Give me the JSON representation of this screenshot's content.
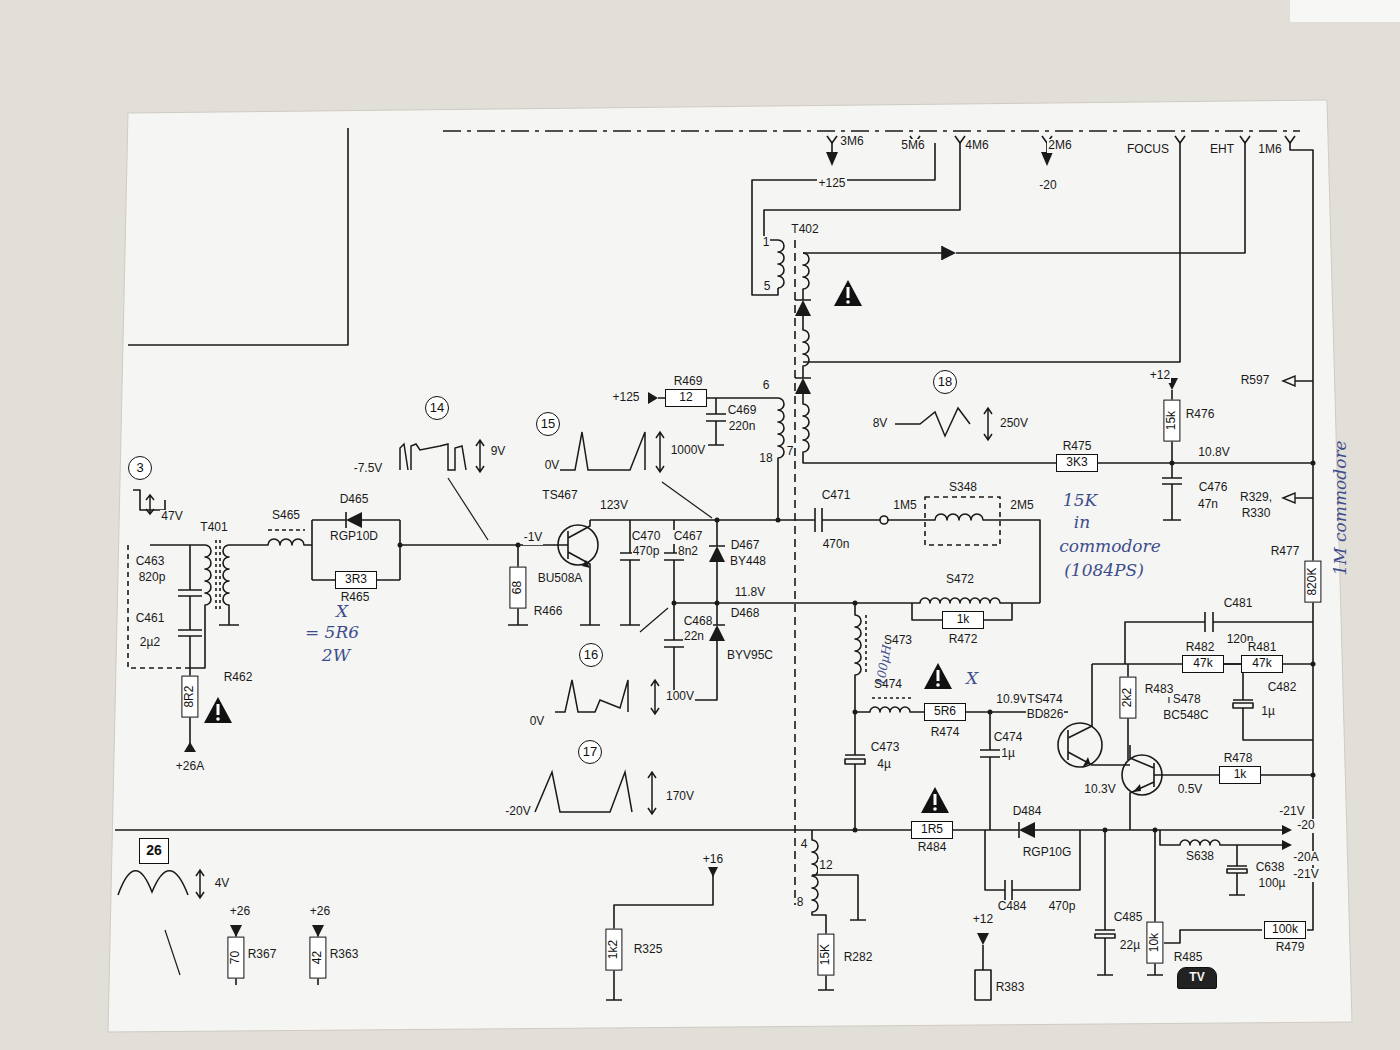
{
  "diagram": {
    "nodes": [
      {
        "text": [
          "3"
        ]
      },
      {
        "text": [
          "8R2"
        ]
      },
      {
        "text": [
          "3R3"
        ]
      },
      {
        "text": [
          "14"
        ]
      },
      {
        "text": [
          "15"
        ]
      },
      {
        "text": [
          "12"
        ]
      },
      {
        "text": [
          "68"
        ]
      },
      {
        "text": [
          "16"
        ]
      },
      {
        "text": [
          "17"
        ]
      },
      {
        "text": [
          "18"
        ]
      },
      {
        "text": [
          "15k"
        ]
      },
      {
        "text": [
          "3K3"
        ]
      },
      {
        "text": [
          "820K"
        ]
      },
      {
        "text": [
          "1k"
        ]
      },
      {
        "text": [
          "5R6"
        ]
      },
      {
        "text": [
          "2k2"
        ]
      },
      {
        "text": [
          "47k"
        ]
      },
      {
        "text": [
          "47k"
        ]
      },
      {
        "text": [
          "1k"
        ]
      },
      {
        "text": [
          "26"
        ]
      },
      {
        "text": [
          "70"
        ]
      },
      {
        "text": [
          "42"
        ]
      },
      {
        "text": [
          "1k2"
        ]
      },
      {
        "text": [
          "15K"
        ]
      },
      {
        "text": [
          "1R5"
        ]
      },
      {
        "text": [
          "10k"
        ]
      },
      {
        "text": [
          "100k"
        ]
      },
      {
        "text": [
          "TV"
        ]
      }
    ],
    "edges": [
      {
        "from": 16,
        "to": 17,
        "arrow": "none"
      }
    ],
    "labels": [
      "3M6",
      "+125",
      "5M6",
      "4M6",
      "2M6",
      "-20",
      "FOCUS",
      "EHT",
      "1M6",
      "T402",
      "1",
      "5",
      "6",
      "18",
      "7",
      "8V",
      "250V",
      "+12",
      "R476",
      "10.8V",
      "R475",
      "R597",
      "C476",
      "47n",
      "R329,",
      "R330",
      "R477",
      "47V",
      "T401",
      "S465",
      "D465",
      "RGP10D",
      "R465",
      "C463",
      "820p",
      "C461",
      "2µ2",
      "R462",
      "+26A",
      "-7.5V",
      "9V",
      "R466",
      "-1V",
      "TS467",
      "BU508A",
      "123V",
      "0V",
      "1000V",
      "R469",
      "+125",
      "C469",
      "220n",
      "C470",
      "470p",
      "C467",
      "8n2",
      "D467",
      "BY448",
      "11.8V",
      "C468",
      "22n",
      "D468",
      "BYV95C",
      "0V",
      "100V",
      "-20V",
      "170V",
      "C471",
      "470n",
      "1M5",
      "S348",
      "2M5",
      "S472",
      "R472",
      "S473",
      "S474",
      "R474",
      "C473",
      "4µ",
      "C474",
      "1µ",
      "10.9V",
      "TS474",
      "BD826",
      "TS478",
      "BC548C",
      "10.3V",
      "0.5V",
      "R483",
      "C481",
      "120n",
      "R482",
      "R481",
      "C482",
      "1µ",
      "R478",
      "-21V",
      "-20",
      "-20A",
      "-21V",
      "S638",
      "C638",
      "100µ",
      "R479",
      "R485",
      "C485",
      "22µ",
      "R484",
      "D484",
      "RGP10G",
      "C484",
      "470p",
      "+12",
      "R383",
      "4",
      "12",
      "8",
      "R282",
      "+16",
      "R325",
      "4V",
      "+26",
      "R367",
      "+26",
      "R363",
      "X",
      "= 5R6",
      "2W",
      "X",
      "15K",
      "in",
      "commodore",
      "(1084PS)",
      "1M commodore",
      "100µH"
    ]
  }
}
